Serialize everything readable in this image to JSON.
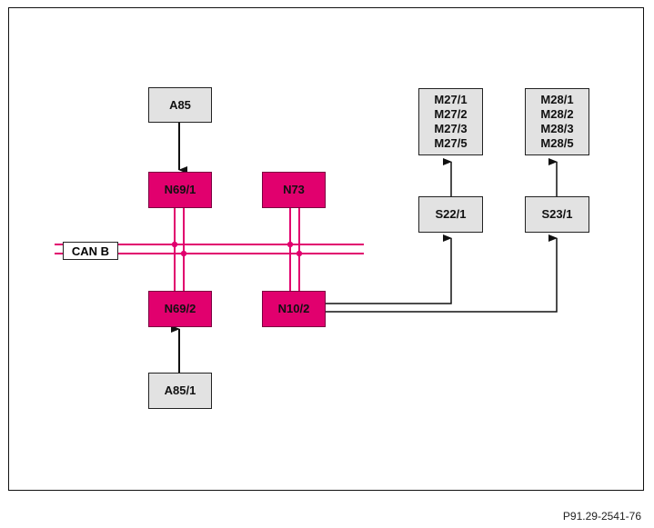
{
  "diagram": {
    "can_bus_label": "CAN B",
    "figure_ref": "P91.29-2541-76",
    "nodes": {
      "a85": "A85",
      "a85_1": "A85/1",
      "n69_1": "N69/1",
      "n69_2": "N69/2",
      "n73": "N73",
      "n10_2": "N10/2",
      "s22_1": "S22/1",
      "s23_1": "S23/1",
      "m27": [
        "M27/1",
        "M27/2",
        "M27/3",
        "M27/5"
      ],
      "m28": [
        "M28/1",
        "M28/2",
        "M28/3",
        "M28/5"
      ]
    },
    "colors": {
      "control_unit": "#e1006e",
      "component": "#e2e2e2",
      "bus_line": "#e1006e",
      "wire": "#111111"
    }
  }
}
